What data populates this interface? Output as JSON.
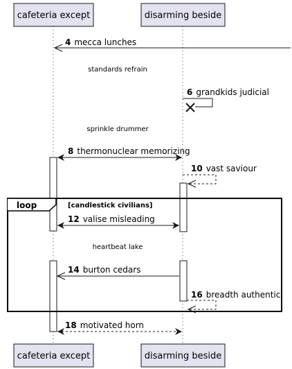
{
  "participants": {
    "a": {
      "label": "cafeteria except"
    },
    "b": {
      "label": "disarming beside"
    }
  },
  "messages": [
    {
      "id": "m4",
      "number": "4",
      "text": "mecca lunches"
    },
    {
      "id": "m6",
      "number": "6",
      "text": "grandkids judicial"
    },
    {
      "id": "m8",
      "number": "8",
      "text": "thermonuclear memorizing"
    },
    {
      "id": "m10",
      "number": "10",
      "text": "vast saviour"
    },
    {
      "id": "m12",
      "number": "12",
      "text": "valise misleading"
    },
    {
      "id": "m14",
      "number": "14",
      "text": "burton cedars"
    },
    {
      "id": "m16",
      "number": "16",
      "text": "breadth authentic"
    },
    {
      "id": "m18",
      "number": "18",
      "text": "motivated horn"
    }
  ],
  "dividers": [
    {
      "id": "d1",
      "text": "standards refrain"
    },
    {
      "id": "d2",
      "text": "sprinkle drummer"
    },
    {
      "id": "d3",
      "text": "heartbeat lake"
    }
  ],
  "loop": {
    "keyword": "loop",
    "condition": "[candlestick civilians]"
  },
  "colors": {
    "participant_fill": "#E2E2F0",
    "participant_border": "#181818",
    "lifeline": "#181818",
    "activation_fill": "#ffffff"
  }
}
